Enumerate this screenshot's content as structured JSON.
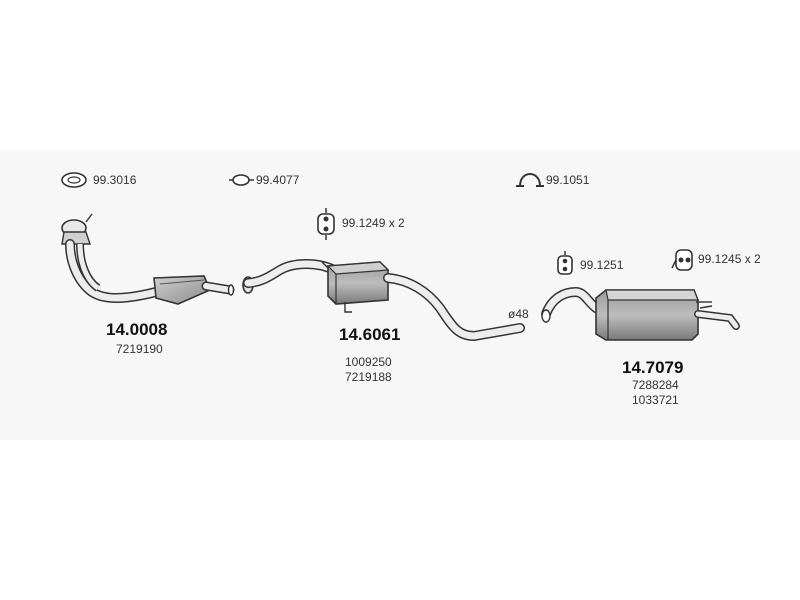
{
  "accessories": {
    "gasket_1": "99.3016",
    "ring_1": "99.4077",
    "clamp_1": "99.1051",
    "hanger_front": "99.1249 x 2",
    "hanger_rear_1": "99.1251",
    "hanger_rear_2": "99.1245 x 2"
  },
  "parts": {
    "front": {
      "number": "14.0008",
      "refs": [
        "7219190"
      ]
    },
    "middle": {
      "number": "14.6061",
      "refs": [
        "1009250",
        "7219188"
      ]
    },
    "rear": {
      "number": "14.7079",
      "refs": [
        "7288284",
        "1033721"
      ]
    }
  },
  "pipe_diameter": "ø48"
}
